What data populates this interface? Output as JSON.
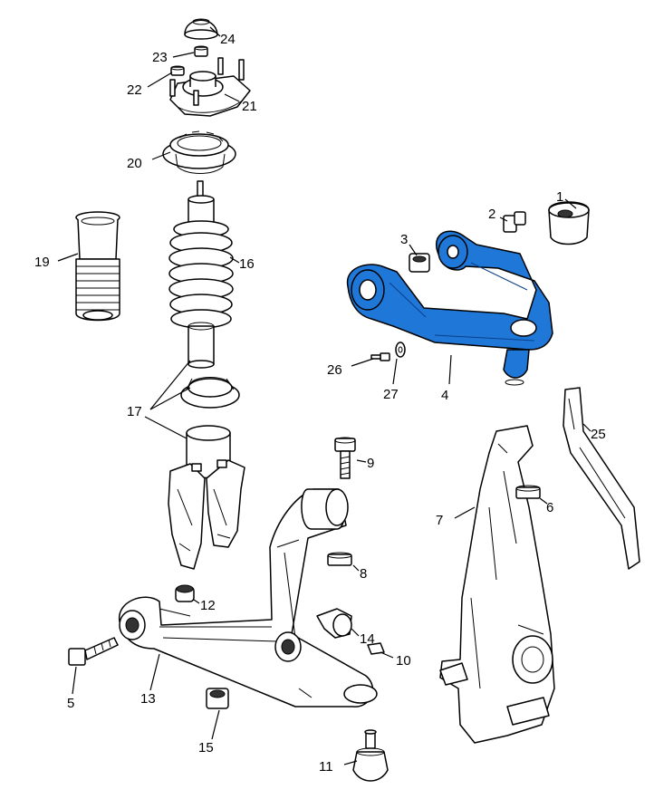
{
  "diagram": {
    "highlight_color": "#1f78d8",
    "line_color": "#000000",
    "background_color": "#ffffff",
    "callouts": [
      {
        "id": "c1",
        "label": "1"
      },
      {
        "id": "c2",
        "label": "2"
      },
      {
        "id": "c3",
        "label": "3"
      },
      {
        "id": "c4",
        "label": "4"
      },
      {
        "id": "c5",
        "label": "5"
      },
      {
        "id": "c6",
        "label": "6"
      },
      {
        "id": "c7",
        "label": "7"
      },
      {
        "id": "c8",
        "label": "8"
      },
      {
        "id": "c9",
        "label": "9"
      },
      {
        "id": "c10",
        "label": "10"
      },
      {
        "id": "c11",
        "label": "11"
      },
      {
        "id": "c12",
        "label": "12"
      },
      {
        "id": "c13",
        "label": "13"
      },
      {
        "id": "c14",
        "label": "14"
      },
      {
        "id": "c15",
        "label": "15"
      },
      {
        "id": "c16",
        "label": "16"
      },
      {
        "id": "c17",
        "label": "17"
      },
      {
        "id": "c19",
        "label": "19"
      },
      {
        "id": "c20",
        "label": "20"
      },
      {
        "id": "c21",
        "label": "21"
      },
      {
        "id": "c22",
        "label": "22"
      },
      {
        "id": "c23",
        "label": "23"
      },
      {
        "id": "c24",
        "label": "24"
      },
      {
        "id": "c25",
        "label": "25"
      },
      {
        "id": "c26",
        "label": "26"
      },
      {
        "id": "c27",
        "label": "27"
      }
    ],
    "highlighted_part": "4"
  }
}
